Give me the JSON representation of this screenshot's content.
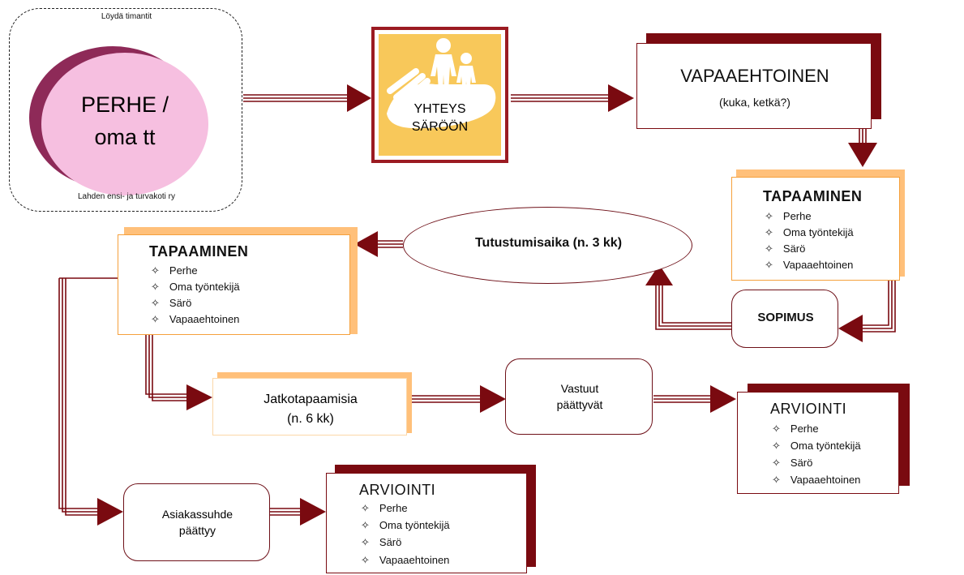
{
  "perhe": {
    "top_label": "Löydä timantit",
    "title_line1": "PERHE /",
    "title_line2": "oma tt",
    "bottom_label": "Lahden ensi- ja turvakoti ry"
  },
  "yhteys": {
    "line1": "YHTEYS",
    "line2": "SÄRÖÖN"
  },
  "vapaaehtoinen": {
    "title": "VAPAAEHTOINEN",
    "subtitle": "(kuka, ketkä?)"
  },
  "tapaaminen_right": {
    "title": "TAPAAMINEN",
    "items": [
      "Perhe",
      "Oma työntekijä",
      "Särö",
      "Vapaaehtoinen"
    ]
  },
  "sopimus": "SOPIMUS",
  "tutustumisaika": "Tutustumisaika (n. 3 kk)",
  "tapaaminen_left": {
    "title": "TAPAAMINEN",
    "items": [
      "Perhe",
      "Oma työntekijä",
      "Särö",
      "Vapaaehtoinen"
    ]
  },
  "jatkotapaamisia": {
    "line1": "Jatkotapaamisia",
    "line2": "(n. 6 kk)"
  },
  "vastuut": {
    "line1": "Vastuut",
    "line2": "päättyvät"
  },
  "arviointi_right": {
    "title": "ARVIOINTI",
    "items": [
      "Perhe",
      "Oma työntekijä",
      "Särö",
      "Vapaaehtoinen"
    ]
  },
  "asiakassuhde": {
    "line1": "Asiakassuhde",
    "line2": "päättyy"
  },
  "arviointi_bottom": {
    "title": "ARVIOINTI",
    "items": [
      "Perhe",
      "Oma työntekijä",
      "Särö",
      "Vapaaehtoinen"
    ]
  },
  "colors": {
    "arrow": "#7a0a10",
    "accent_orange": "#f5a03c",
    "pink": "#f6bfe0",
    "gold": "#f8c85a"
  }
}
